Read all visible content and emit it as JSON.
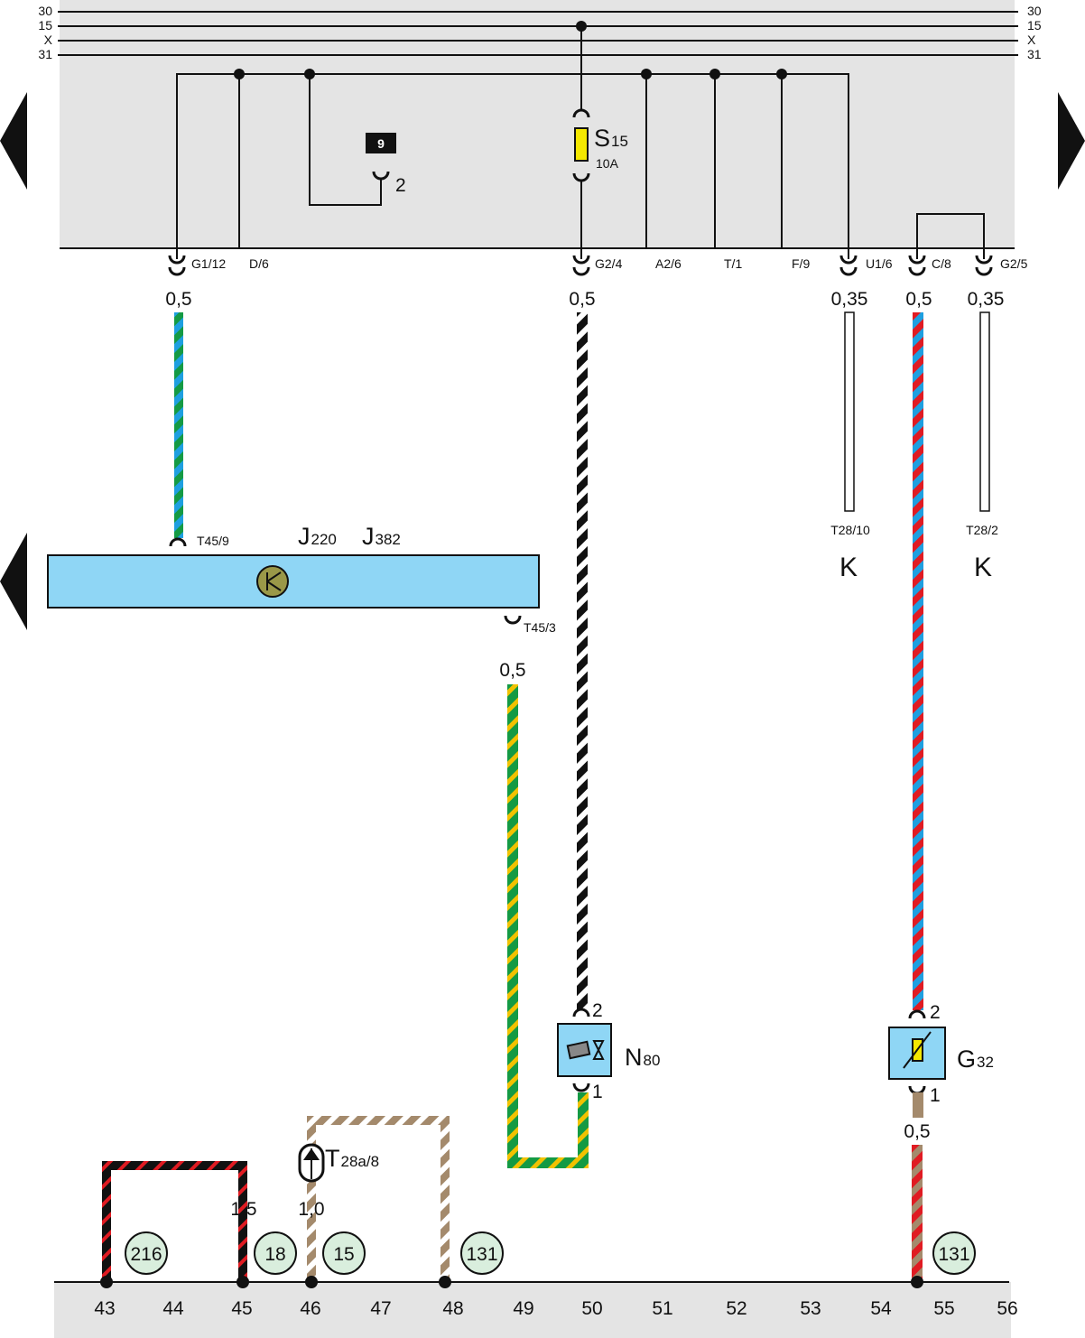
{
  "rails": {
    "labels": [
      "30",
      "15",
      "X",
      "31"
    ]
  },
  "central_unit": {
    "fuse": {
      "name": "S",
      "sub": "15",
      "rating": "10A"
    },
    "ground_ref": {
      "box_label": "9",
      "pin": "2"
    },
    "terminals": [
      "G1/12",
      "D/6",
      "G2/4",
      "A2/6",
      "T/1",
      "F/9",
      "U1/6",
      "C/8",
      "G2/5"
    ]
  },
  "wire_sizes": {
    "g1_12": "0,5",
    "g2_4": "0,5",
    "u1_6": "0,35",
    "c_8": "0,5",
    "g2_5": "0,35",
    "t45_3": "0,5",
    "g32_1": "0,5",
    "ground_216": "1,5",
    "ground_15": "1,0"
  },
  "connectors": {
    "t28_10": "T28/10",
    "t28_2": "T28/2",
    "k_left": "K",
    "k_right": "K",
    "t45_9": "T45/9",
    "t45_3": "T45/3",
    "t28a": "T",
    "t28a_sub": "28a/8"
  },
  "ecu": {
    "j220": "J",
    "j220_sub": "220",
    "j382": "J",
    "j382_sub": "382"
  },
  "components": {
    "n80": {
      "name": "N",
      "sub": "80",
      "pin_top": "2",
      "pin_bottom": "1"
    },
    "g32": {
      "name": "G",
      "sub": "32",
      "pin_top": "2",
      "pin_bottom": "1"
    }
  },
  "ground_points": [
    "216",
    "18",
    "15",
    "131",
    "131"
  ],
  "footer": {
    "numbers": [
      "43",
      "44",
      "45",
      "46",
      "47",
      "48",
      "49",
      "50",
      "51",
      "52",
      "53",
      "54",
      "55",
      "56"
    ]
  },
  "colors": {
    "panel": "#e4e4e4",
    "ecu": "#8fd6f5",
    "fuse": "#f4e800",
    "ground_circle": "#d9eedd",
    "red": "#e01b22",
    "blue": "#1e9fe0",
    "green": "#149a44",
    "yellow": "#f2c200",
    "brown": "#a48a6c",
    "black": "#111111"
  }
}
